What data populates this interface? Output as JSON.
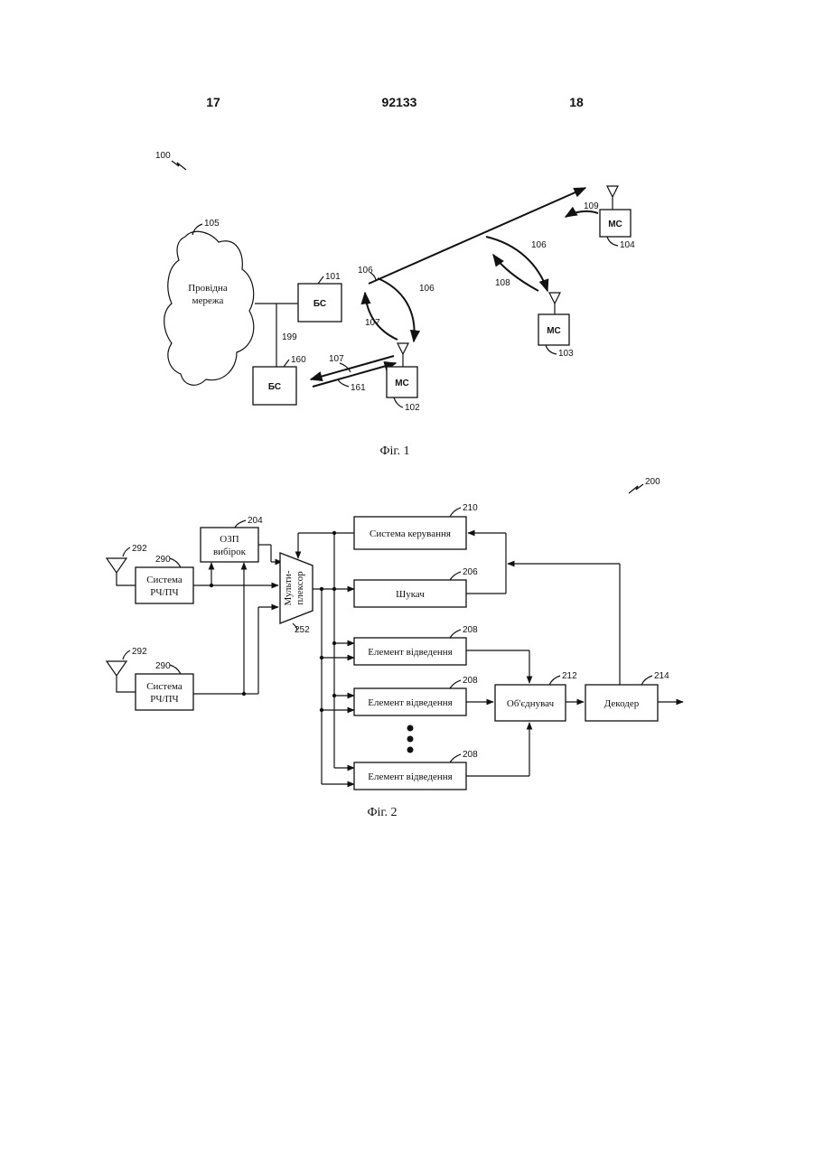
{
  "header": {
    "page_left": "17",
    "patent_number": "92133",
    "page_right": "18"
  },
  "fig1": {
    "system_ref": "100",
    "cloud_ref": "105",
    "cloud_label_line1": "Провідна",
    "cloud_label_line2": "мережа",
    "bs101_ref": "101",
    "bs101_label": "БС",
    "bs160_ref": "160",
    "bs160_label": "БС",
    "backhaul_ref": "199",
    "ms102_ref": "102",
    "ms102_label": "МС",
    "ms103_ref": "103",
    "ms103_label": "МС",
    "ms104_ref": "104",
    "ms104_label": "МС",
    "ref_106": "106",
    "ref_107": "107",
    "ref_108": "108",
    "ref_109": "109",
    "ref_161": "161",
    "caption": "Фіг. 1"
  },
  "fig2": {
    "system_ref": "200",
    "antenna_ref": "292",
    "rf_ref": "290",
    "rf_label_line1": "Система",
    "rf_label_line2": "РЧ/ПЧ",
    "ram_ref": "204",
    "ram_label_line1": "ОЗП",
    "ram_label_line2": "вибірок",
    "mux_ref": "252",
    "mux_label_line1": "Мульти-",
    "mux_label_line2": "плексор",
    "control_ref": "210",
    "control_label": "Система керування",
    "searcher_ref": "206",
    "searcher_label": "Шукач",
    "finger_ref": "208",
    "finger_label": "Елемент відведення",
    "combiner_ref": "212",
    "combiner_label": "Об'єднувач",
    "decoder_ref": "214",
    "decoder_label": "Декодер",
    "caption": "Фіг. 2"
  }
}
